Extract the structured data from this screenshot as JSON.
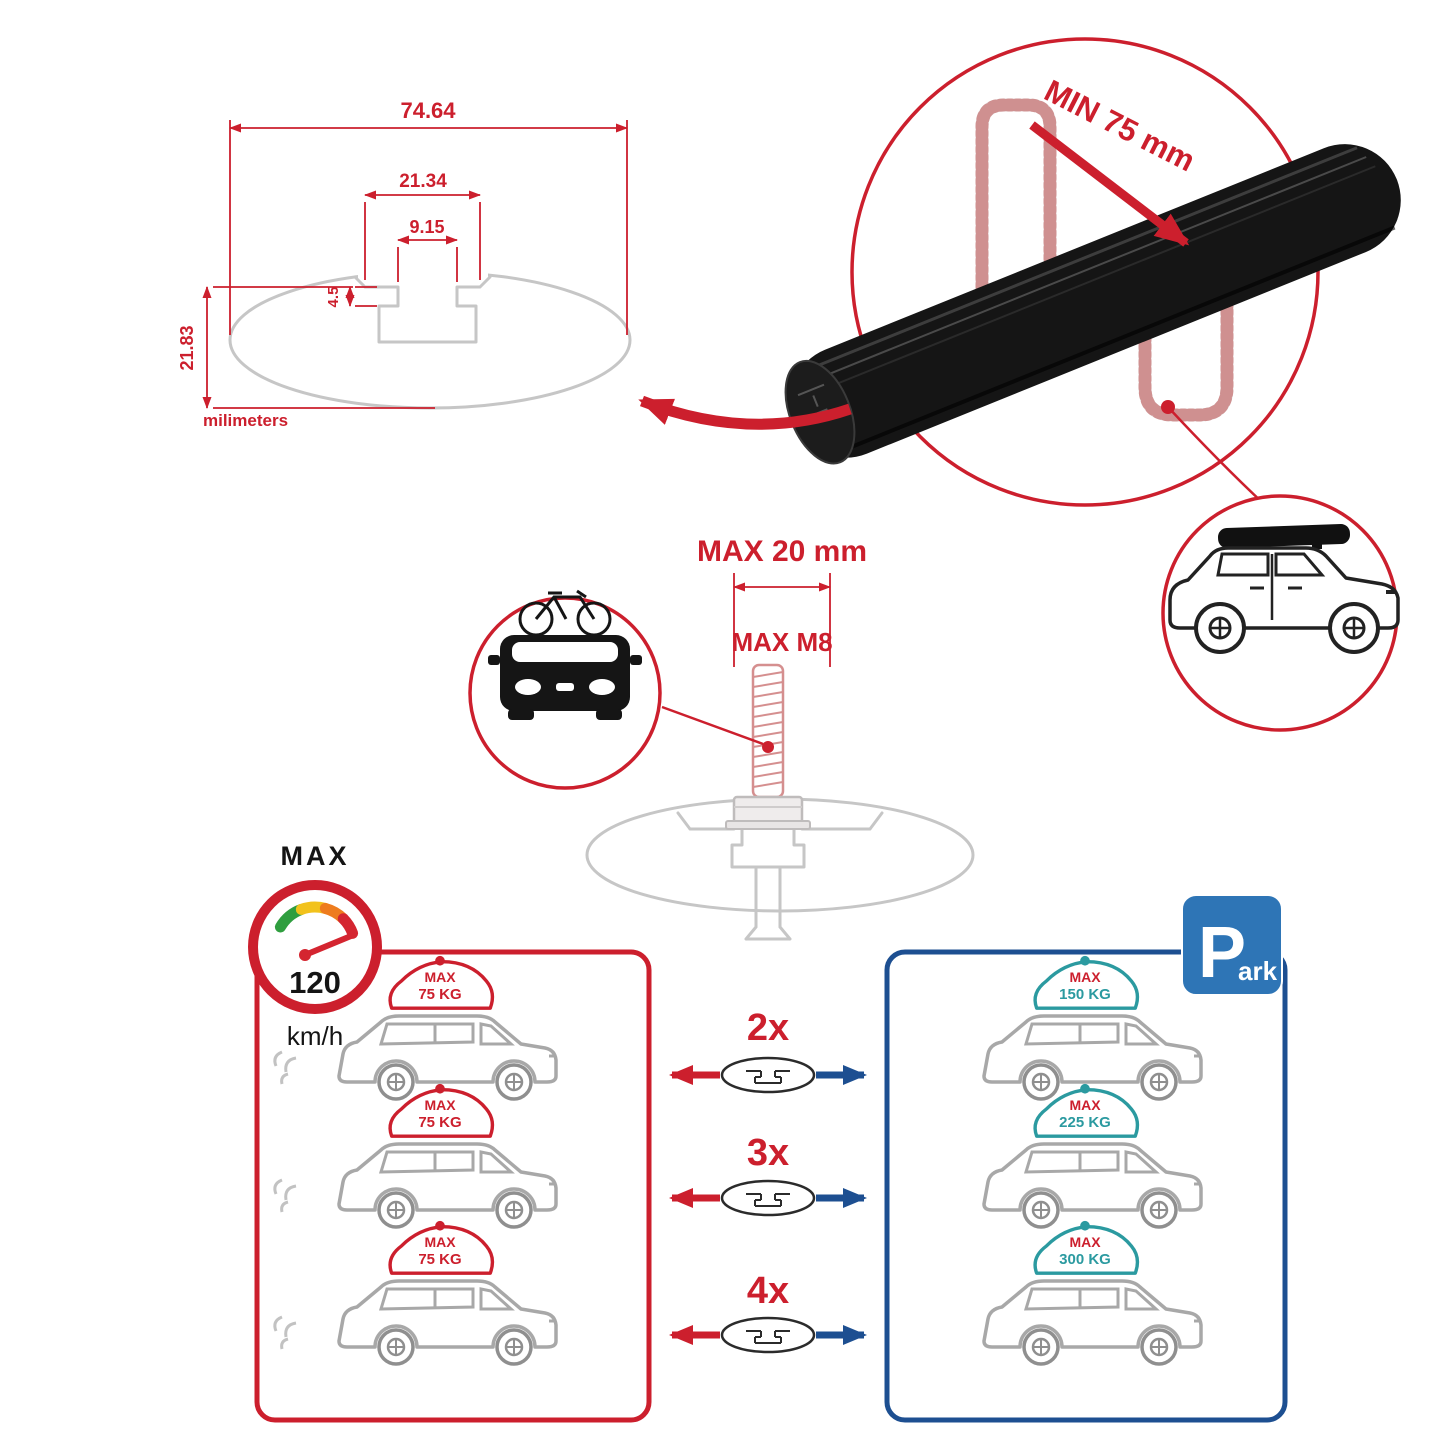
{
  "colors": {
    "accent_red": "#cc1f2d",
    "accent_blue": "#1d4f91",
    "park_blue": "#2e75b6",
    "load_teal": "#2b9aa0",
    "outline_gray": "#c6c6c6",
    "bar_black": "#151515"
  },
  "profile_diagram": {
    "total_width": "74.64",
    "channel_width": "21.34",
    "slot_width": "9.15",
    "lip_depth": "4.5",
    "total_height": "21.83",
    "units_label": "milimeters"
  },
  "bar_render": {
    "min_span_label": "MIN 75 mm"
  },
  "bolt_diagram": {
    "max_length_label": "MAX 20 mm",
    "thread_label": "MAX M8"
  },
  "speed_limit": {
    "heading": "MAX",
    "value": "120",
    "unit": "km/h"
  },
  "load_comparison": {
    "rows": [
      {
        "count": "2x",
        "left_max": "MAX",
        "left_value": "75 KG",
        "right_max": "MAX",
        "right_value": "150 KG"
      },
      {
        "count": "3x",
        "left_max": "MAX",
        "left_value": "75 KG",
        "right_max": "MAX",
        "right_value": "225 KG"
      },
      {
        "count": "4x",
        "left_max": "MAX",
        "left_value": "75 KG",
        "right_max": "MAX",
        "right_value": "300 KG"
      }
    ]
  },
  "park_sign": {
    "letter": "P",
    "suffix": "ark"
  }
}
